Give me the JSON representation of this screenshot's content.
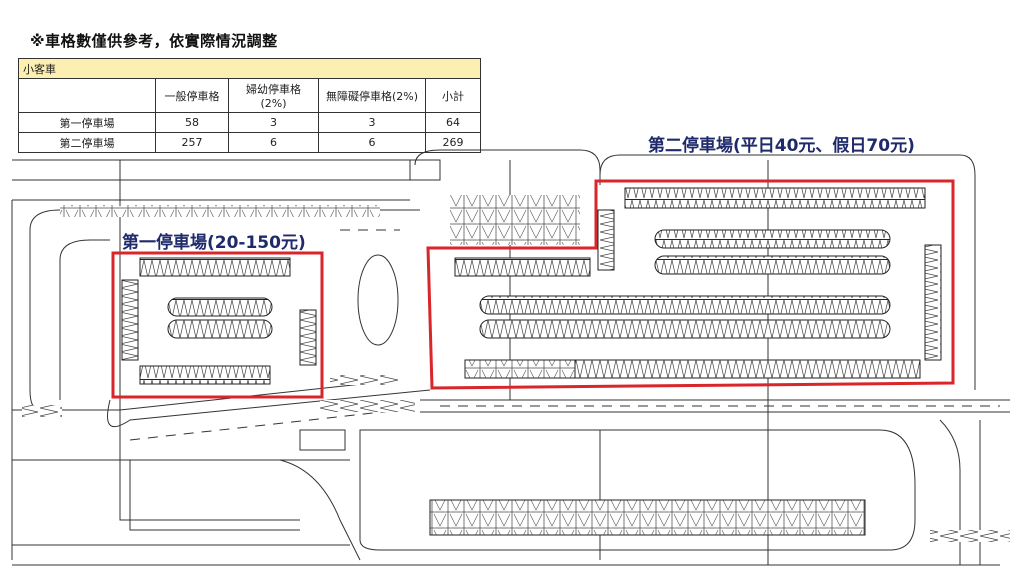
{
  "note": "※車格數僅供參考，依實際情況調整",
  "table": {
    "category": "小客車",
    "headers": [
      "",
      "一般停車格",
      "婦幼停車格(2%)",
      "無障礙停車格(2%)",
      "小計"
    ],
    "rows": [
      [
        "第一停車場",
        "58",
        "3",
        "3",
        "64"
      ],
      [
        "第二停車場",
        "257",
        "6",
        "6",
        "269"
      ]
    ]
  },
  "lots": {
    "lot1_label": "第一停車場(20-150元)",
    "lot2_label": "第二停車場(平日40元、假日70元)"
  },
  "colors": {
    "highlight": "#d9262b",
    "label": "#1f2a6b",
    "table_header": "#fbefb2"
  }
}
